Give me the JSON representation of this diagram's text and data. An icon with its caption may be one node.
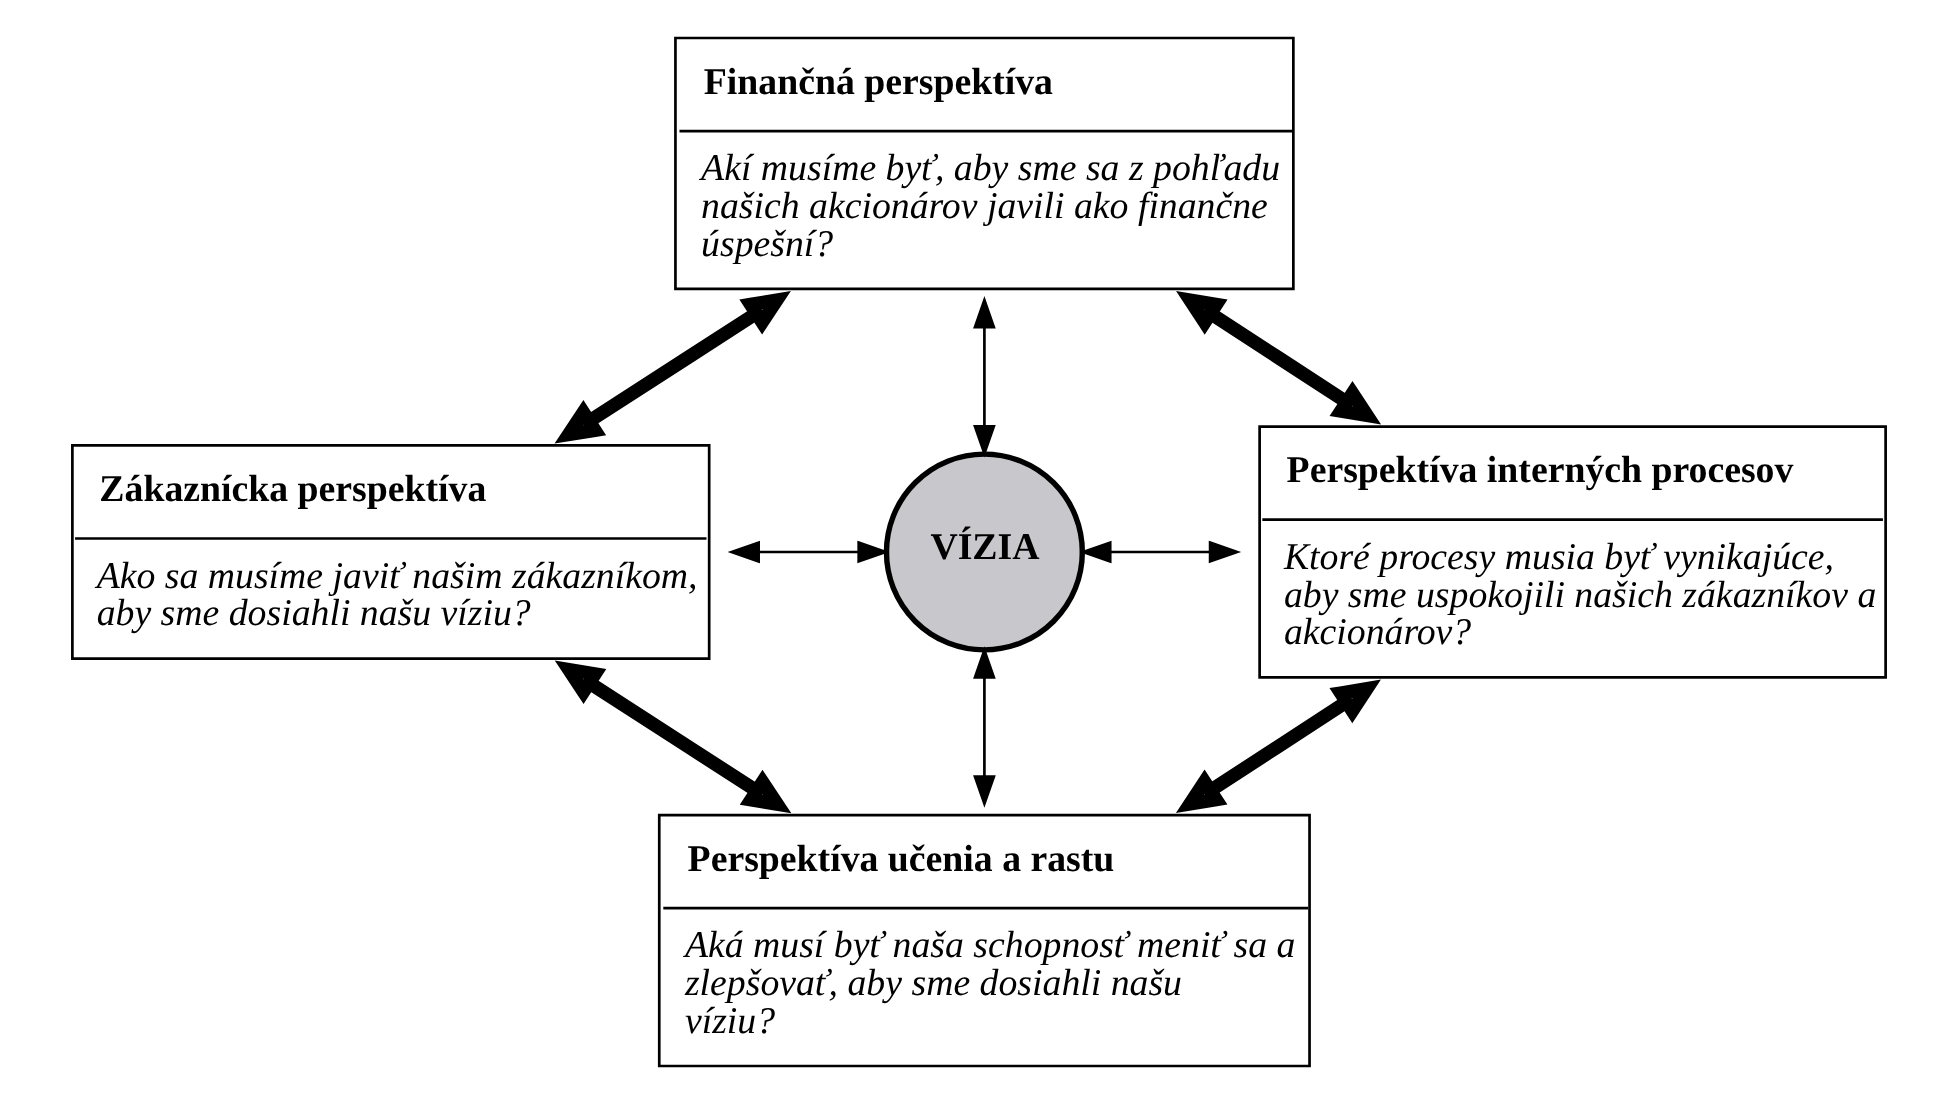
{
  "diagram": {
    "nodes": [
      {
        "text": [
          "Finančná perspektíva",
          "Akí musíme byť, aby sme sa z pohľadu našich akcionárov javili ako finančne úspešní?"
        ]
      },
      {
        "text": [
          "Zákaznícka perspektíva",
          "Ako sa musíme javiť našim zákazníkom, aby sme dosiahli našu víziu?"
        ]
      },
      {
        "text": [
          "VÍZIA"
        ]
      },
      {
        "text": [
          "Perspektíva interných procesov",
          "Ktoré procesy musia byť vynikajúce, aby sme uspokojili našich zákazníkov a akcionárov?"
        ]
      },
      {
        "text": [
          "Perspektíva učenia a rastu",
          "Aká musí byť naša schopnosť meniť sa a zlepšovať, aby sme dosiahli našu víziu?"
        ]
      }
    ],
    "edges": [
      {
        "from": 0,
        "to": 2,
        "arrow": "both"
      },
      {
        "from": 1,
        "to": 2,
        "arrow": "both"
      },
      {
        "from": 2,
        "to": 3,
        "arrow": "both"
      },
      {
        "from": 2,
        "to": 4,
        "arrow": "both"
      },
      {
        "from": 0,
        "to": 1,
        "arrow": "both",
        "style": "thick"
      },
      {
        "from": 0,
        "to": 3,
        "arrow": "both",
        "style": "thick"
      },
      {
        "from": 1,
        "to": 4,
        "arrow": "both",
        "style": "thick"
      },
      {
        "from": 3,
        "to": 4,
        "arrow": "both",
        "style": "thick"
      }
    ]
  }
}
